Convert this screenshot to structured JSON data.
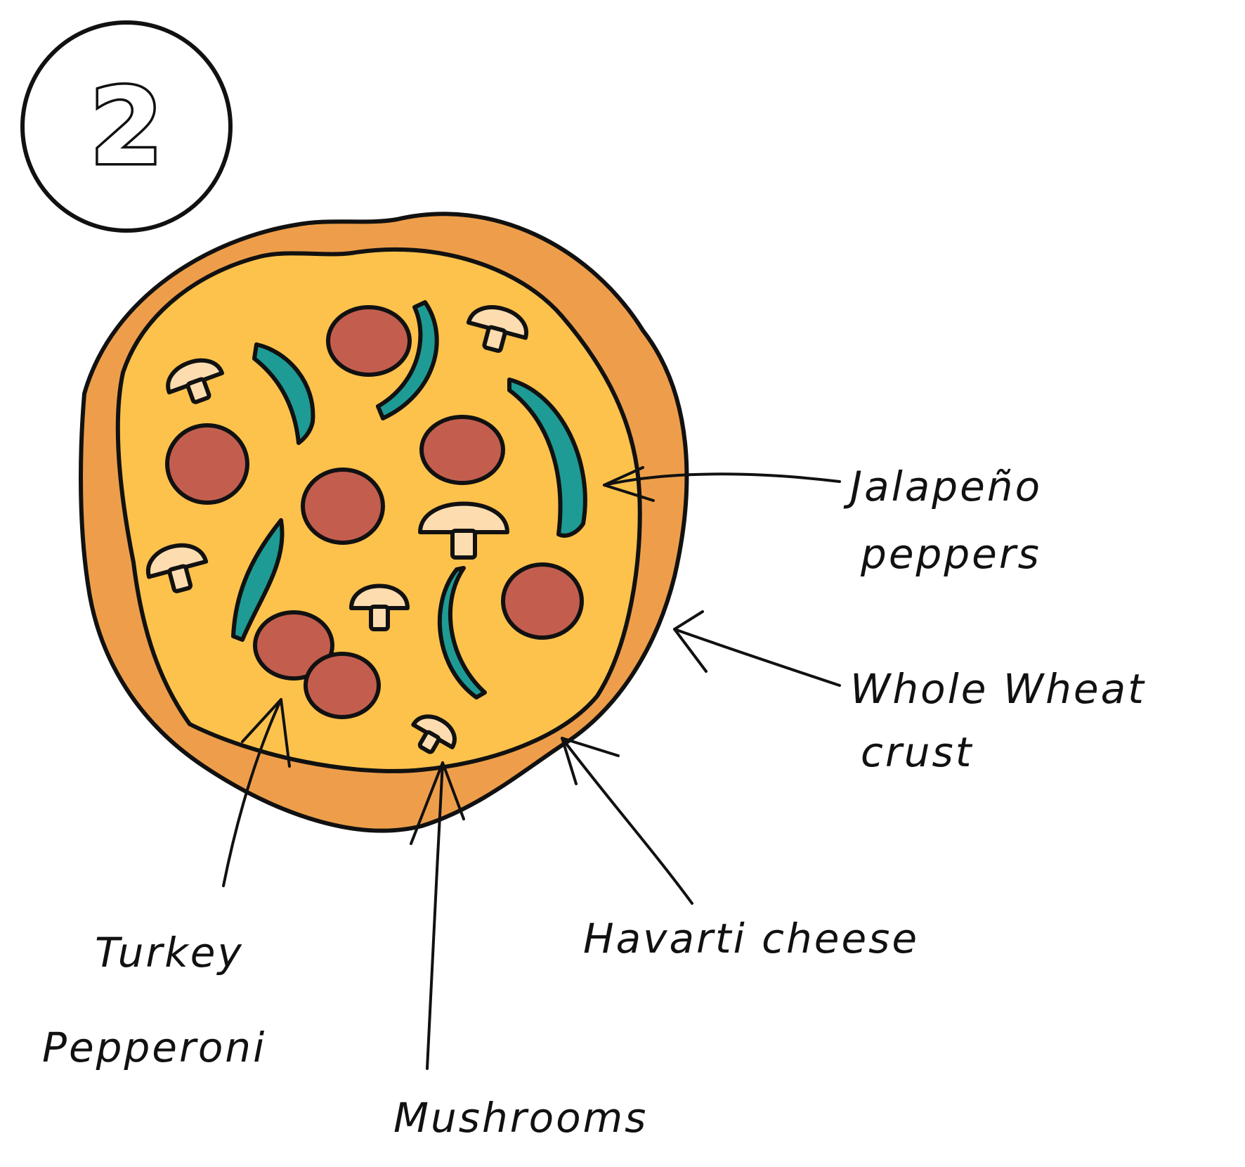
{
  "step_number": "2",
  "labels": {
    "jalapeno": [
      "Jalapeño",
      "peppers"
    ],
    "crust": [
      "Whole Wheat",
      "crust"
    ],
    "cheese": [
      "Havarti cheese"
    ],
    "pepperoni": [
      "Turkey",
      "Pepperoni"
    ],
    "mushrooms": [
      "Mushrooms"
    ]
  },
  "colors": {
    "crust": "#EE9E4A",
    "cheese": "#FDC24C",
    "pepperoni": "#C35E4F",
    "jalapeno": "#1E9B94",
    "mushroom": "#FDDDB0",
    "outline": "#111111"
  }
}
